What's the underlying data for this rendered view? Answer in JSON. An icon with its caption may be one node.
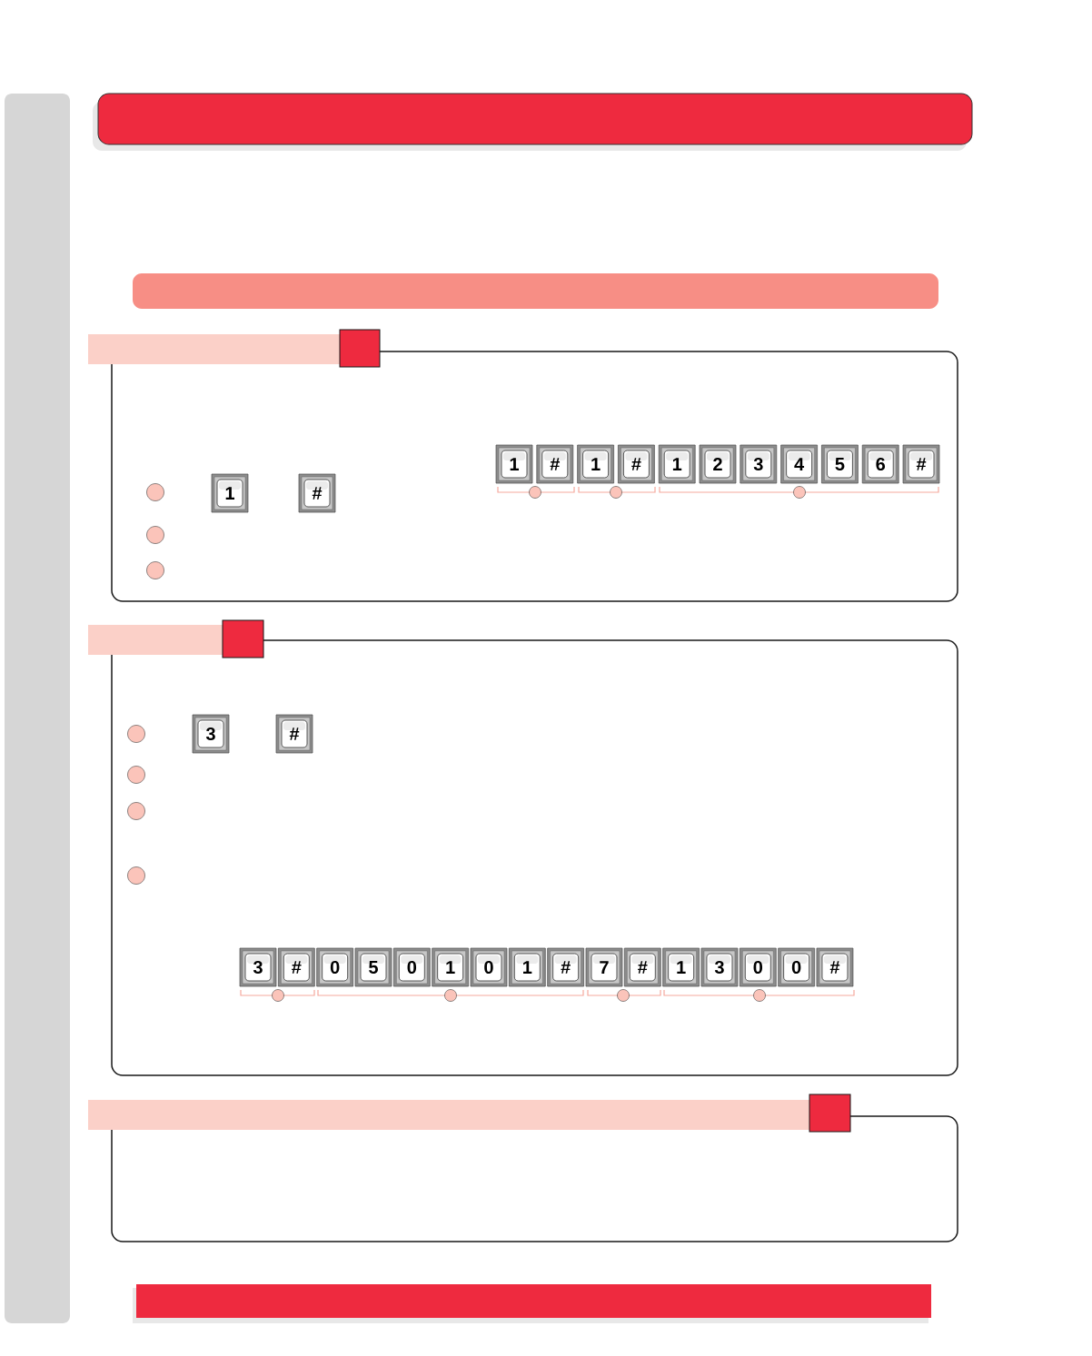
{
  "diagram": {
    "nodes": [
      {
        "text": [],
        "shape": "bar"
      },
      {
        "text": [],
        "shape": "bar"
      },
      {
        "text": [],
        "shape": "bar"
      },
      {
        "text": [
          "1"
        ]
      },
      {
        "text": [
          "#"
        ]
      },
      {
        "text": [
          "1"
        ]
      },
      {
        "text": [
          "#"
        ]
      },
      {
        "text": [
          "1"
        ]
      },
      {
        "text": [
          "#"
        ]
      },
      {
        "text": [
          "1"
        ]
      },
      {
        "text": [
          "2"
        ]
      },
      {
        "text": [
          "3"
        ]
      },
      {
        "text": [
          "4"
        ]
      },
      {
        "text": [
          "5"
        ]
      },
      {
        "text": [
          "6"
        ]
      },
      {
        "text": [
          "#"
        ]
      },
      {
        "text": [
          "3"
        ]
      },
      {
        "text": [
          "#"
        ]
      },
      {
        "text": [
          "3"
        ]
      },
      {
        "text": [
          "#"
        ]
      },
      {
        "text": [
          "0"
        ]
      },
      {
        "text": [
          "5"
        ]
      },
      {
        "text": [
          "0"
        ]
      },
      {
        "text": [
          "1"
        ]
      },
      {
        "text": [
          "0"
        ]
      },
      {
        "text": [
          "1"
        ]
      },
      {
        "text": [
          "#"
        ]
      },
      {
        "text": [
          "7"
        ]
      },
      {
        "text": [
          "#"
        ]
      },
      {
        "text": [
          "1"
        ]
      },
      {
        "text": [
          "3"
        ]
      },
      {
        "text": [
          "0"
        ]
      },
      {
        "text": [
          "0"
        ]
      },
      {
        "text": [
          "#"
        ]
      },
      {
        "text": [],
        "shape": "bar"
      }
    ]
  }
}
